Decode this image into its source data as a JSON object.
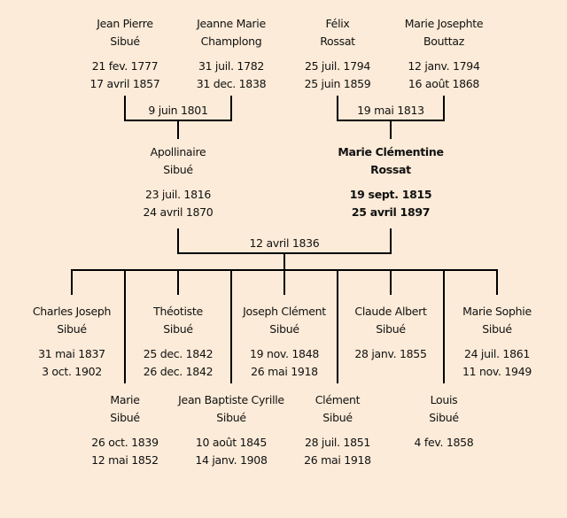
{
  "grandparents": [
    {
      "first": "Jean Pierre",
      "last": "Sibué",
      "birth": "21 fev. 1777",
      "death": "17 avril 1857"
    },
    {
      "first": "Jeanne Marie",
      "last": "Champlong",
      "birth": "31 juil. 1782",
      "death": "31 dec. 1838"
    },
    {
      "first": "Félix",
      "last": "Rossat",
      "birth": "25 juil. 1794",
      "death": "25 juin 1859"
    },
    {
      "first": "Marie Josephte",
      "last": "Bouttaz",
      "birth": "12 janv. 1794",
      "death": "16 août 1868"
    }
  ],
  "marriages": {
    "left": "9 juin 1801",
    "right": "19 mai 1813",
    "parents": "12 avril 1836"
  },
  "parents": [
    {
      "first": "Apollinaire",
      "last": "Sibué",
      "birth": "23 juil. 1816",
      "death": "24 avril 1870"
    },
    {
      "first": "Marie Clémentine",
      "last": "Rossat",
      "birth": "19 sept. 1815",
      "death": "25 avril 1897"
    }
  ],
  "children": [
    {
      "first": "Charles Joseph",
      "last": "Sibué",
      "birth": "31 mai 1837",
      "death": "3 oct. 1902"
    },
    {
      "first": "Marie",
      "last": "Sibué",
      "birth": "26 oct. 1839",
      "death": "12 mai 1852"
    },
    {
      "first": "Théotiste",
      "last": "Sibué",
      "birth": "25 dec. 1842",
      "death": "26 dec. 1842"
    },
    {
      "first": "Jean Baptiste Cyrille",
      "last": "Sibué",
      "birth": "10 août 1845",
      "death": "14 janv. 1908"
    },
    {
      "first": "Joseph Clément",
      "last": "Sibué",
      "birth": "19 nov. 1848",
      "death": "26 mai 1918"
    },
    {
      "first": "Clément",
      "last": "Sibué",
      "birth": "28 juil. 1851",
      "death": "26 mai 1918"
    },
    {
      "first": "Claude Albert",
      "last": "Sibué",
      "birth": "28 janv. 1855",
      "death": ""
    },
    {
      "first": "Louis",
      "last": "Sibué",
      "birth": "4 fev. 1858",
      "death": ""
    },
    {
      "first": "Marie Sophie",
      "last": "Sibué",
      "birth": "24 juil. 1861",
      "death": "11 nov. 1949"
    }
  ]
}
